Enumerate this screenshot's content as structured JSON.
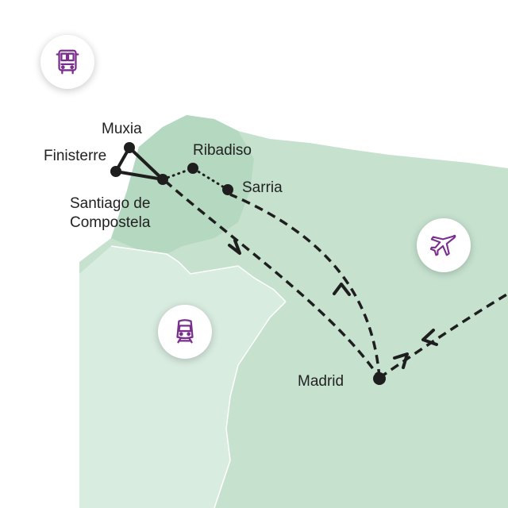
{
  "map": {
    "cities": [
      {
        "id": "muxia",
        "label": "Muxia"
      },
      {
        "id": "finisterre",
        "label": "Finisterre"
      },
      {
        "id": "santiago",
        "label_line1": "Santiago de",
        "label_line2": "Compostela"
      },
      {
        "id": "ribadiso",
        "label": "Ribadiso"
      },
      {
        "id": "sarria",
        "label": "Sarria"
      },
      {
        "id": "madrid",
        "label": "Madrid"
      }
    ],
    "transport_modes": [
      {
        "name": "bus",
        "icon": "bus-icon"
      },
      {
        "name": "plane",
        "icon": "airplane-icon"
      },
      {
        "name": "train",
        "icon": "train-icon"
      }
    ],
    "colors": {
      "spain_land": "#c6e2cf",
      "portugal_land": "#d9ece0",
      "galicia_land": "#b5d8c0",
      "border": "#ffffff",
      "route": "#1e1e1e",
      "icon_purple": "#7a2e8e",
      "badge_bg": "#ffffff"
    }
  }
}
